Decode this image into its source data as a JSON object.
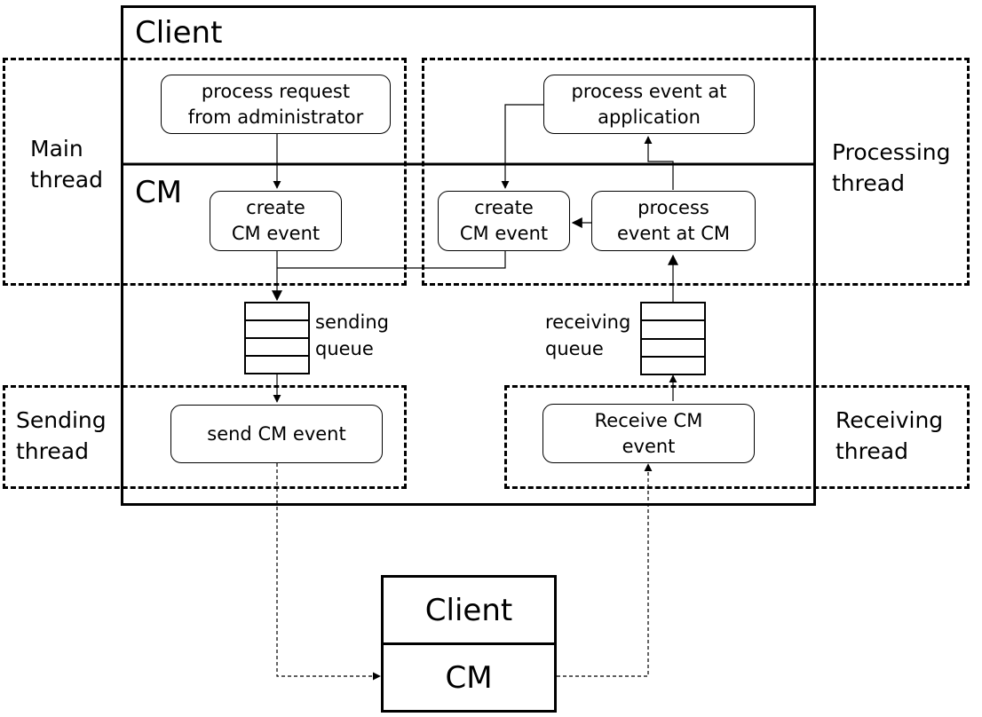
{
  "client_section": {
    "title": "Client"
  },
  "cm_section": {
    "title": "CM"
  },
  "threads": {
    "main": "Main\nthread",
    "processing": "Processing\nthread",
    "sending": "Sending\nthread",
    "receiving": "Receiving\nthread"
  },
  "nodes": {
    "process_request": "process request\nfrom administrator",
    "process_event_app": "process event at\napplication",
    "create_cm_event_left": "create\nCM event",
    "create_cm_event_right": "create\nCM event",
    "process_event_cm": "process\nevent at CM",
    "send_cm_event": "send CM event",
    "receive_cm_event": "Receive CM\nevent"
  },
  "queues": {
    "sending": "sending\nqueue",
    "receiving": "receiving\nqueue"
  },
  "remote": {
    "client_label": "Client",
    "cm_label": "CM"
  },
  "colors": {
    "stroke": "#000000",
    "background": "#ffffff"
  }
}
